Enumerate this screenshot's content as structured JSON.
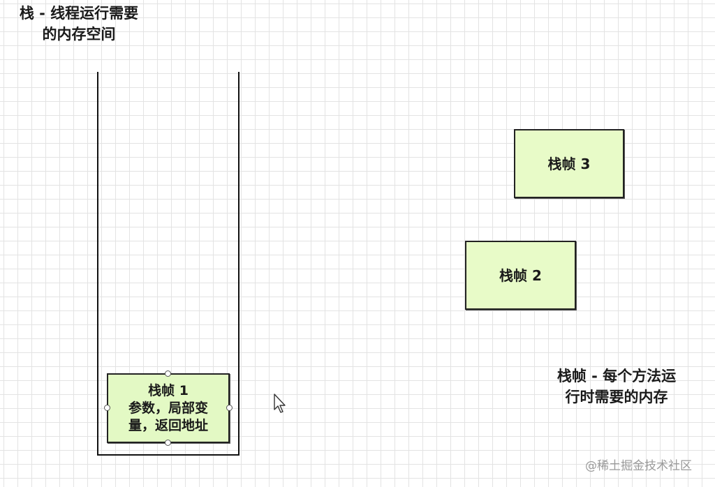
{
  "stack_label": {
    "line1": "栈 - 线程运行需要",
    "line2": "的内存空间"
  },
  "frame_label": {
    "line1": "栈帧 - 每个方法运",
    "line2": "行时需要的内存"
  },
  "frames": [
    {
      "title": "栈帧 1",
      "line2": "参数，局部变",
      "line3": "量，返回地址"
    },
    {
      "title": "栈帧 2"
    },
    {
      "title": "栈帧 3"
    }
  ],
  "watermark": "@稀土掘金技术社区",
  "colors": {
    "frame_fill": "#e8fbc8",
    "frame_border": "#222222",
    "grid": "#e3e3e3"
  },
  "icons": {
    "cursor": "mouse-pointer-icon"
  }
}
